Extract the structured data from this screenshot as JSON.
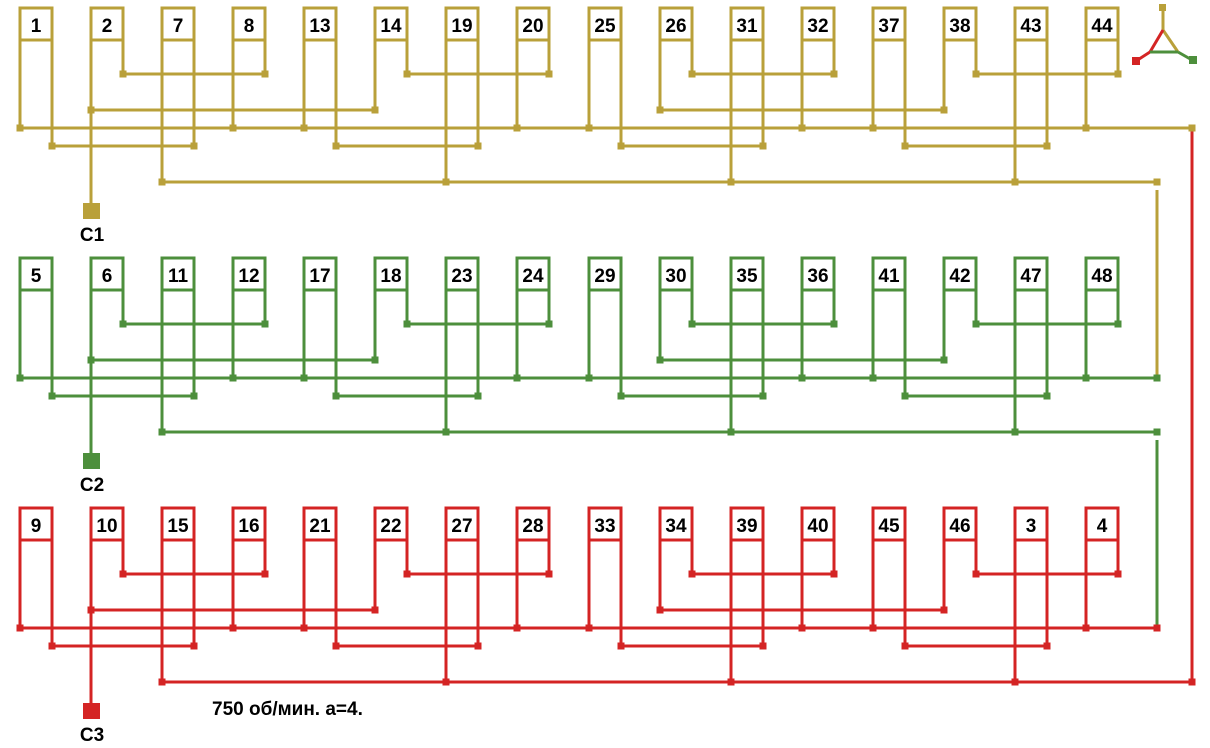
{
  "colors": {
    "phase1": "#b9a03a",
    "phase2": "#4d8f3c",
    "phase3": "#d42424"
  },
  "phases": [
    {
      "terminal": "C1",
      "color_key": "phase1",
      "coils": [
        "1",
        "2",
        "7",
        "8",
        "13",
        "14",
        "19",
        "20",
        "25",
        "26",
        "31",
        "32",
        "37",
        "38",
        "43",
        "44"
      ]
    },
    {
      "terminal": "C2",
      "color_key": "phase2",
      "coils": [
        "5",
        "6",
        "11",
        "12",
        "17",
        "18",
        "23",
        "24",
        "29",
        "30",
        "35",
        "36",
        "41",
        "42",
        "47",
        "48"
      ]
    },
    {
      "terminal": "C3",
      "color_key": "phase3",
      "coils": [
        "9",
        "10",
        "15",
        "16",
        "21",
        "22",
        "27",
        "28",
        "33",
        "34",
        "39",
        "40",
        "45",
        "46",
        "3",
        "4"
      ]
    }
  ],
  "caption": "750 об/мин. a=4.",
  "icons": {
    "connection": "star-connection-icon"
  }
}
